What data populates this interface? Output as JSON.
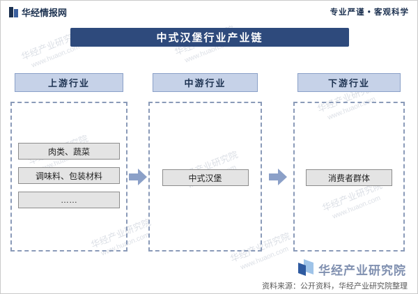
{
  "header": {
    "brand": "华经情报网",
    "slogan": "专业严谨 • 客观科学"
  },
  "title": "中式汉堡行业产业链",
  "columns": [
    {
      "header": "上游行业",
      "items": [
        "肉类、蔬菜",
        "调味料、包装材料",
        "……"
      ]
    },
    {
      "header": "中游行业",
      "items": [
        "中式汉堡"
      ]
    },
    {
      "header": "下游行业",
      "items": [
        "消费者群体"
      ]
    }
  ],
  "footer": {
    "logo_text": "华经产业研究院",
    "source": "资料来源：公开资料，华经产业研究院整理"
  },
  "watermark": {
    "text": "华经产业研究院",
    "url": "www.huaon.com"
  },
  "colors": {
    "title_bg": "#2e4a7c",
    "header_bg": "#c6d2e8",
    "arrow": "#8ba0c8",
    "navy": "#1c3150"
  }
}
